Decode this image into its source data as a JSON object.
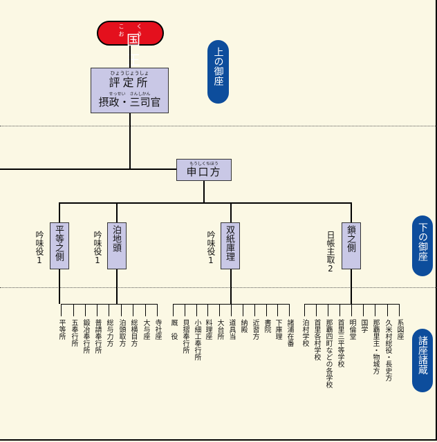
{
  "king": {
    "label": "国　王",
    "ruby": "こく おう"
  },
  "hyojosho": {
    "ruby": "ひょうじょうしょ",
    "title": "評定所",
    "sub_ruby": "せっせい　さんしかん",
    "sub": "摂政・三司官"
  },
  "moshikuchi": {
    "ruby": "もうしくちほう",
    "title": "申口方"
  },
  "upper_label": "上の御座",
  "lower_label": "下の御座",
  "shoza_label": "諸座諸蔵",
  "departments": [
    {
      "name": "平等之側",
      "note": "吟味役1"
    },
    {
      "name": "泊地頭",
      "note": "吟味役1"
    },
    {
      "name": "双紙庫理",
      "note": "吟味役1"
    },
    {
      "name": "鎖之側",
      "note": "日帳主取2"
    }
  ],
  "sub_offices": {
    "hira": [
      "平等所",
      "五奉行所",
      "鍛冶奉行所",
      "普請奉行所",
      "総与力方",
      "泊頭取方",
      "総横目方",
      "大与座",
      "寺社座"
    ],
    "tomari": [
      "厩　役",
      "貝摺奉行所",
      "小細工奉行所",
      "料理座",
      "大台所",
      "道具当",
      "納殿",
      "近習方",
      "書院",
      "下庫理",
      "諸浦在番"
    ],
    "sashi": [
      "泊村学校",
      "首里各村学校",
      "那覇四町などの各学校",
      "首里三平等学校",
      "明倫堂",
      "国学",
      "那覇里主・物城方",
      "久米村総役・長史方",
      "系図座"
    ]
  }
}
